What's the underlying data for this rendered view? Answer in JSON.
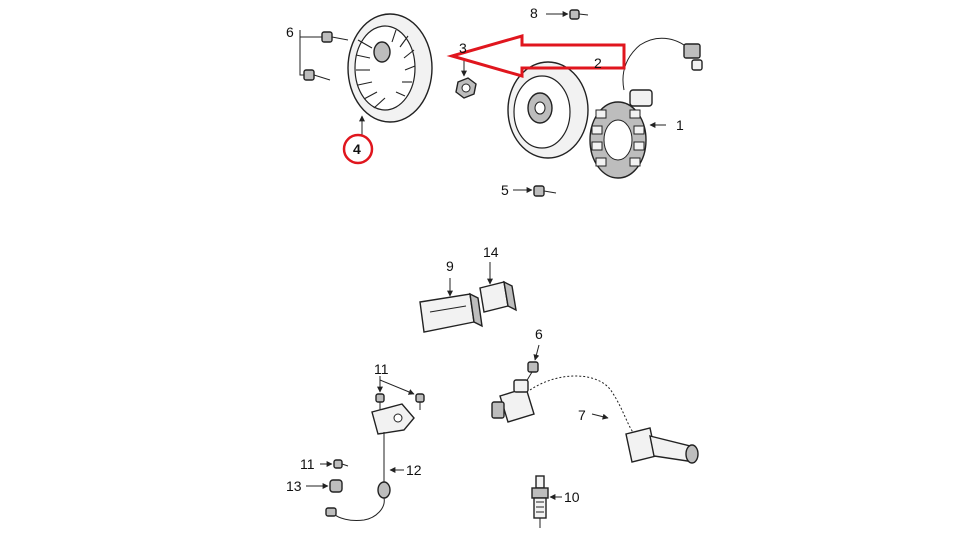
{
  "diagram": {
    "labels": {
      "p1": "1",
      "p2": "2",
      "p3": "3",
      "p4": "4",
      "p5": "5",
      "p6a": "6",
      "p6b": "6",
      "p7": "7",
      "p8": "8",
      "p9": "9",
      "p10": "10",
      "p11a": "11",
      "p11b": "11",
      "p12": "12",
      "p13": "13",
      "p14": "14"
    },
    "highlight_color": "#e0161e",
    "highlighted_part": "4"
  }
}
